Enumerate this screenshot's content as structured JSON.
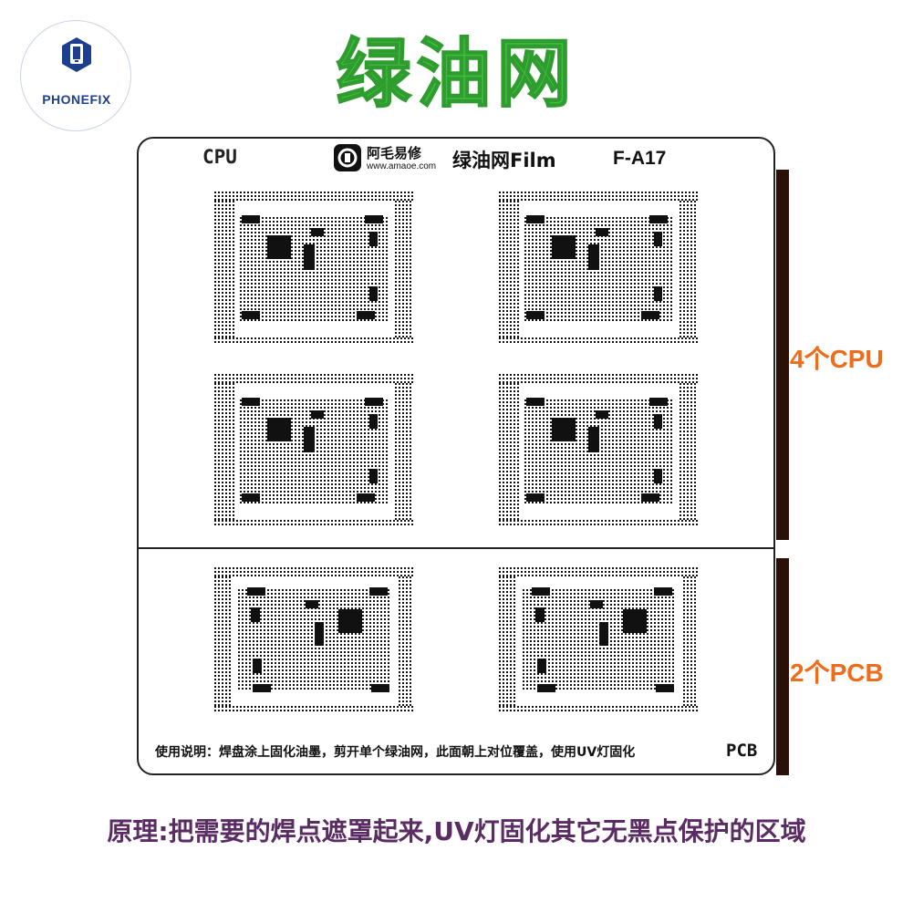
{
  "logo": {
    "brand": "PHONEFIX",
    "icon": "phonefix-logo-icon"
  },
  "title": "绿油网",
  "sheet": {
    "header_left": "CPU",
    "brand_cn": "阿毛易修",
    "brand_url": "www.amaoe.com",
    "film_label": "绿油网Film",
    "model": "F-A17",
    "instructions": "使用说明：焊盘涂上固化油墨，剪开单个绿油网，此面朝上对位覆盖，使用UV灯固化",
    "bottom_tag": "PCB"
  },
  "side_labels": {
    "cpu_count": "4个CPU",
    "pcb_count": "2个PCB"
  },
  "footer": "原理:把需要的焊点遮罩起来,UV灯固化其它无黑点保护的区域",
  "colors": {
    "title_green": "#3fbf3f",
    "side_orange": "#ee6c1c",
    "footer_purple": "#5a2c63",
    "side_bar": "#2a1007"
  }
}
